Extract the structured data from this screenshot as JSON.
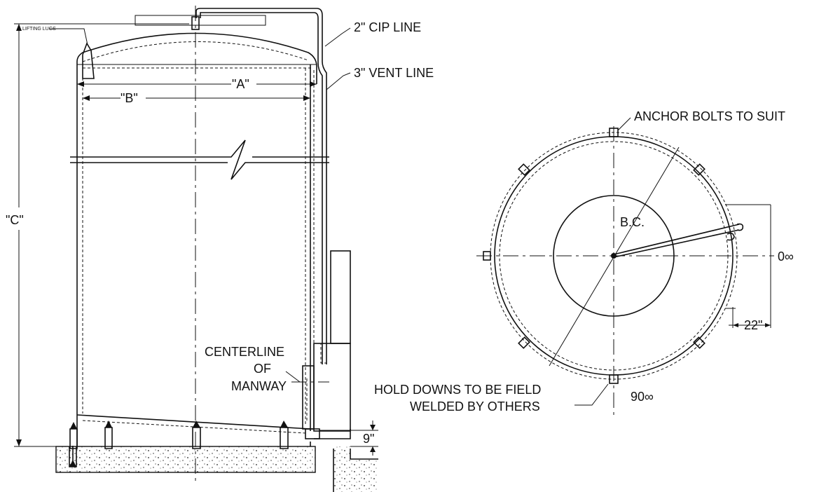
{
  "labels": {
    "lifting_lugs": "LIFTING LUGS",
    "cip_line": "2\" CIP LINE",
    "vent_line": "3\" VENT LINE",
    "dim_a": "\"A\"",
    "dim_b": "\"B\"",
    "dim_c": "\"C\"",
    "centerline_1": "CENTERLINE",
    "centerline_2": "OF",
    "centerline_3": "MANWAY",
    "dim_9": "9\"",
    "anchor_bolts": "ANCHOR BOLTS TO SUIT",
    "bc": "B.C.",
    "angle_0": "0∞",
    "dim_22": "22\"",
    "angle_90": "90∞",
    "hold_downs_1": "HOLD DOWNS TO BE FIELD",
    "hold_downs_2": "WELDED BY OTHERS"
  }
}
